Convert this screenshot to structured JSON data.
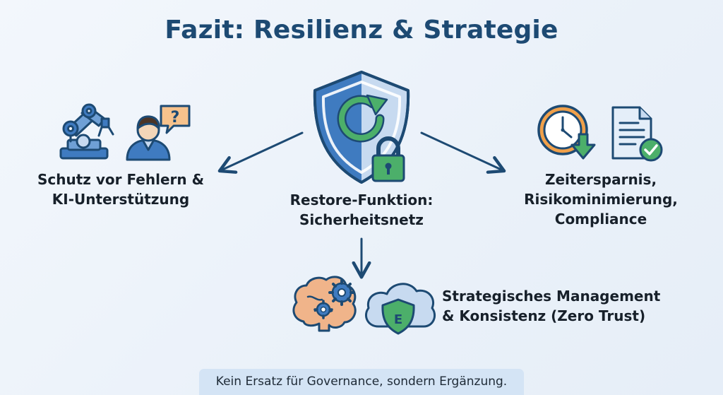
{
  "title": "Fazit: Resilienz & Strategie",
  "nodes": {
    "left": {
      "line1": "Schutz vor Fehlern &",
      "line2": "KI-Unterstützung"
    },
    "center": {
      "line1": "Restore-Funktion:",
      "line2": "Sicherheitsnetz"
    },
    "right": {
      "line1": "Zeitersparnis,",
      "line2": "Risikominimierung,",
      "line3": "Compliance"
    },
    "bottom": {
      "line1": "Strategisches Management",
      "line2": "& Konsistenz (Zero Trust)"
    }
  },
  "icons": {
    "shield": "shield-restore-icon",
    "lock": "padlock-icon",
    "robot": "robot-arm-icon",
    "person": "person-question-icon",
    "clock": "clock-download-icon",
    "document": "document-check-icon",
    "brain": "brain-gears-icon",
    "cloud": "cloud-shield-icon",
    "shield_letter": "E",
    "question_mark": "?"
  },
  "colors": {
    "title": "#1d4a73",
    "accent_blue": "#3f7bc0",
    "accent_green": "#4caf6a",
    "arrow": "#1d4a73",
    "footer_bg": "#d4e4f5"
  },
  "footer": "Kein Ersatz für Governance, sondern Ergänzung."
}
